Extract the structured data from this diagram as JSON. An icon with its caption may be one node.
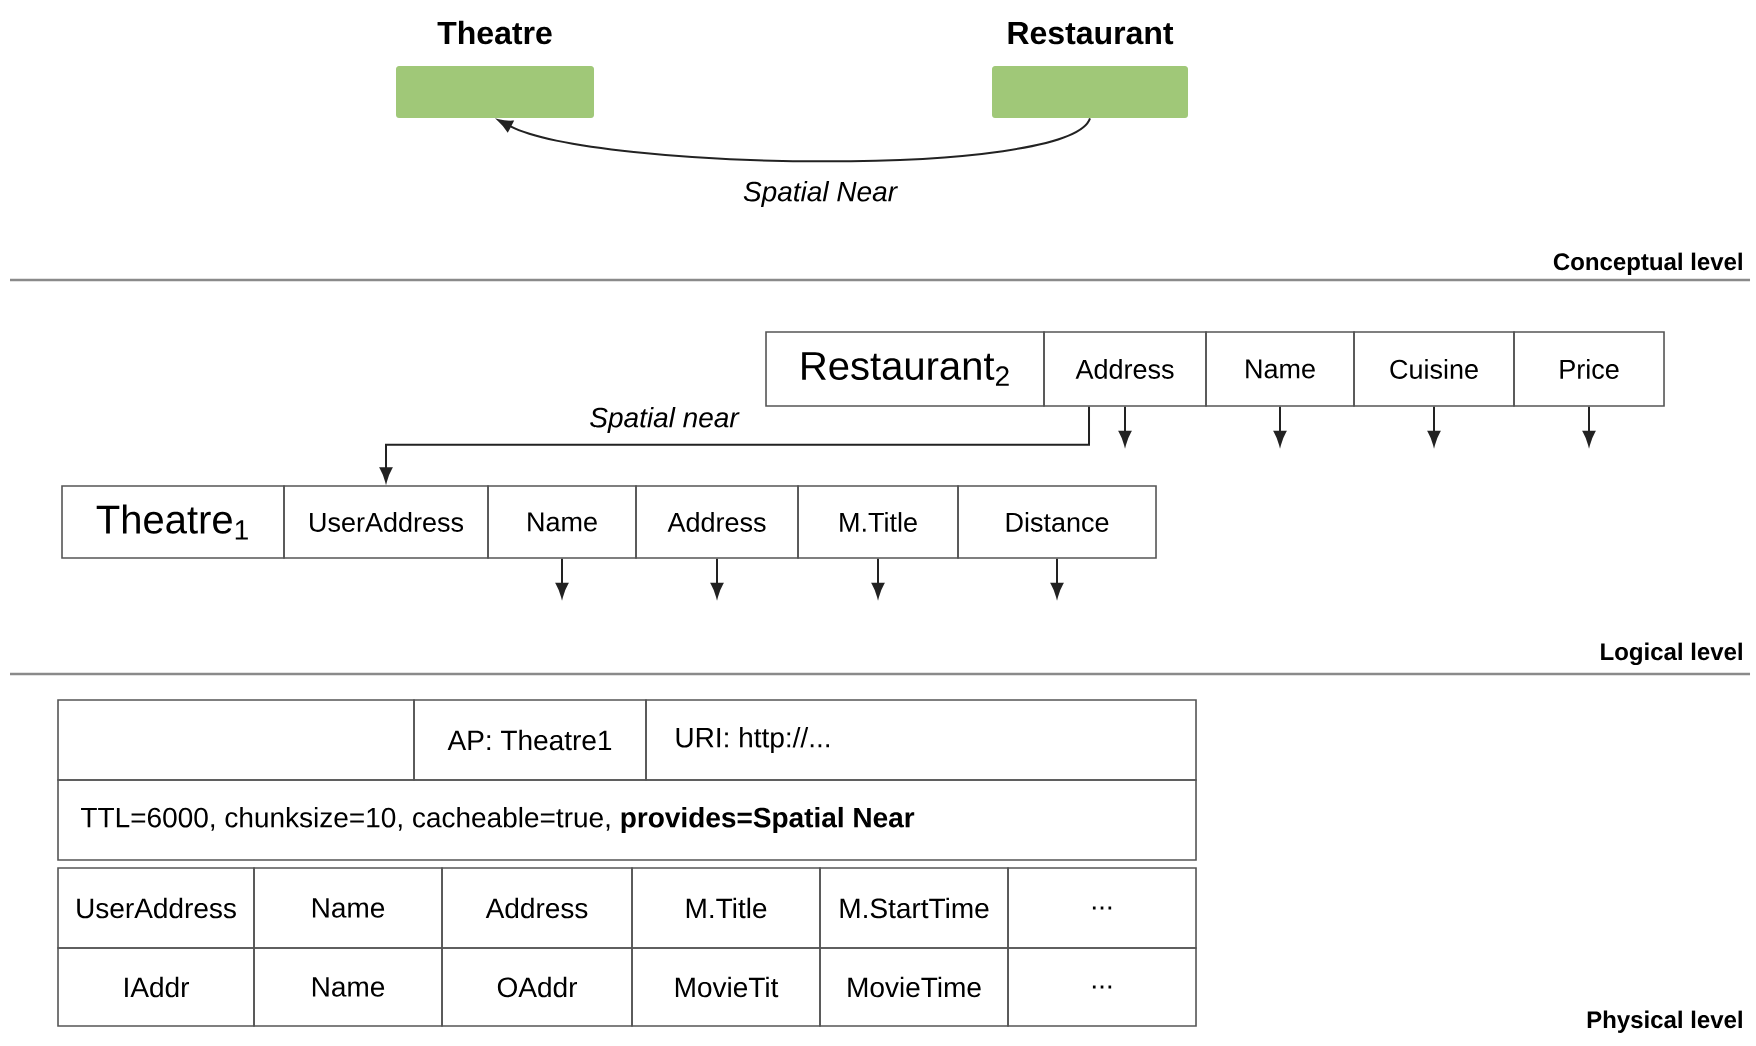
{
  "diagram": {
    "nodes": [
      {
        "text": [
          "Theatre"
        ]
      },
      {
        "text": [
          "Restaurant"
        ]
      },
      {
        "text": [
          "Restaurant$_{2}$"
        ]
      },
      {
        "text": [
          "Address"
        ]
      },
      {
        "text": [
          "Name"
        ]
      },
      {
        "text": [
          "Cuisine"
        ]
      },
      {
        "text": [
          "Price"
        ]
      },
      {
        "text": [
          "Theatre$_{1}$"
        ]
      },
      {
        "text": [
          "UserAddress"
        ]
      },
      {
        "text": [
          "Name"
        ]
      },
      {
        "text": [
          "Address"
        ]
      },
      {
        "text": [
          "M.Title"
        ]
      },
      {
        "text": [
          "Distance"
        ]
      }
    ],
    "edges": [
      {
        "from": 1,
        "to": 0,
        "arrow": "to",
        "label": "Spatial Near"
      },
      {
        "from": 3,
        "to": 8,
        "arrow": "to",
        "label": "Spatial near"
      },
      {
        "from": 3,
        "to": null,
        "arrow": "to"
      },
      {
        "from": 4,
        "to": null,
        "arrow": "to"
      },
      {
        "from": 5,
        "to": null,
        "arrow": "to"
      },
      {
        "from": 6,
        "to": null,
        "arrow": "to"
      },
      {
        "from": 9,
        "to": null,
        "arrow": "to"
      },
      {
        "from": 10,
        "to": null,
        "arrow": "to"
      },
      {
        "from": 11,
        "to": null,
        "arrow": "to"
      },
      {
        "from": 12,
        "to": null,
        "arrow": "to"
      }
    ],
    "labels": [
      "Conceptual level",
      "Logical level",
      "AP: Theatre1",
      "URI: http://...",
      "TTL=6000, chunksize=10, cacheable=true, **provides=Spatial Near**",
      "UserAddress",
      "Name",
      "Address",
      "M.Title",
      "M.StartTime",
      "...",
      "IAddr",
      "Name",
      "OAddr",
      "MovieTit",
      "MovieTime",
      "...",
      "Physical level"
    ]
  }
}
